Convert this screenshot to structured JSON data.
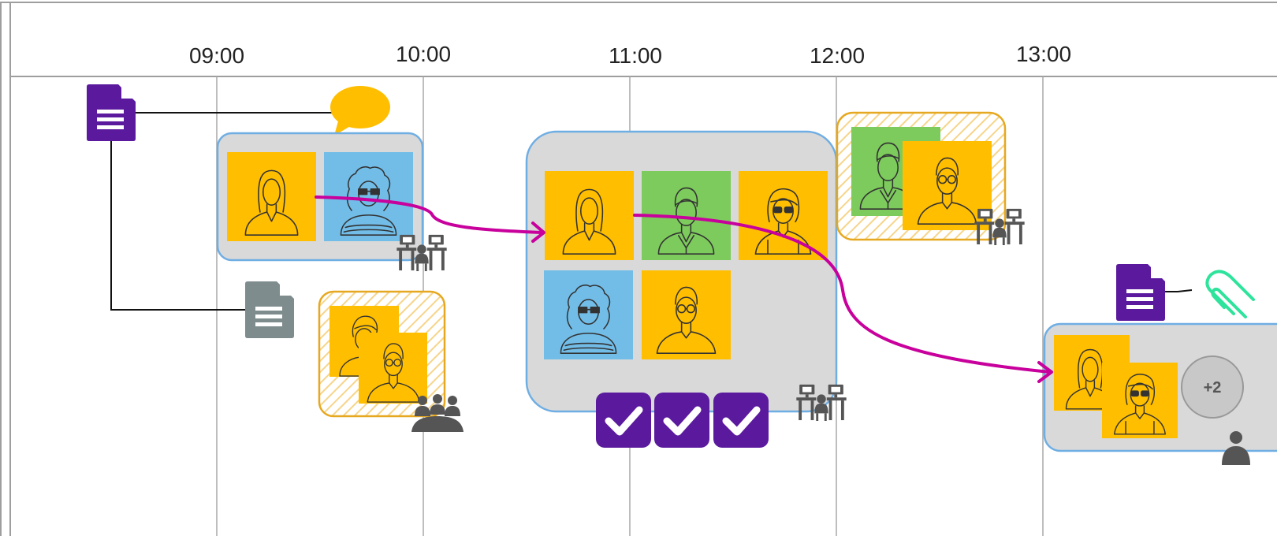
{
  "timeline": {
    "hours": [
      "09:00",
      "10:00",
      "11:00",
      "12:00",
      "13:00"
    ]
  },
  "colors": {
    "yellow": "#FFBE00",
    "blue": "#72BDE8",
    "green": "#7DCB5C",
    "purple": "#5B1A9E",
    "gray_doc": "#7F8C8D",
    "magenta": "#C8009C",
    "group_border": "#6FAEE3",
    "group_fill": "#D9D9D9",
    "hatch_border": "#E6A820",
    "attachment": "#2EE39B",
    "icon_dark": "#555555"
  },
  "groups": [
    {
      "name": "group-1000",
      "members": [
        "woman-yellow",
        "woman-curly-glasses-blue"
      ],
      "icon": "desks-icon"
    },
    {
      "name": "group-1030",
      "members": [
        "man-hair-yellow",
        "man-glasses-yellow"
      ],
      "icon": "meeting-icon",
      "style": "hatched"
    },
    {
      "name": "group-1100",
      "members": [
        "woman-yellow",
        "man-green",
        "woman-glasses-yellow",
        "woman-curly-glasses-blue",
        "man-glasses-yellow"
      ],
      "icon": "desks-icon",
      "checks": 3
    },
    {
      "name": "group-1200",
      "members": [
        "man-green",
        "man-glasses-yellow"
      ],
      "icon": "desks-icon",
      "style": "hatched"
    },
    {
      "name": "group-1300",
      "members": [
        "woman-yellow",
        "woman-glasses-yellow"
      ],
      "icon": "person-icon",
      "more_badge": "+2"
    }
  ]
}
